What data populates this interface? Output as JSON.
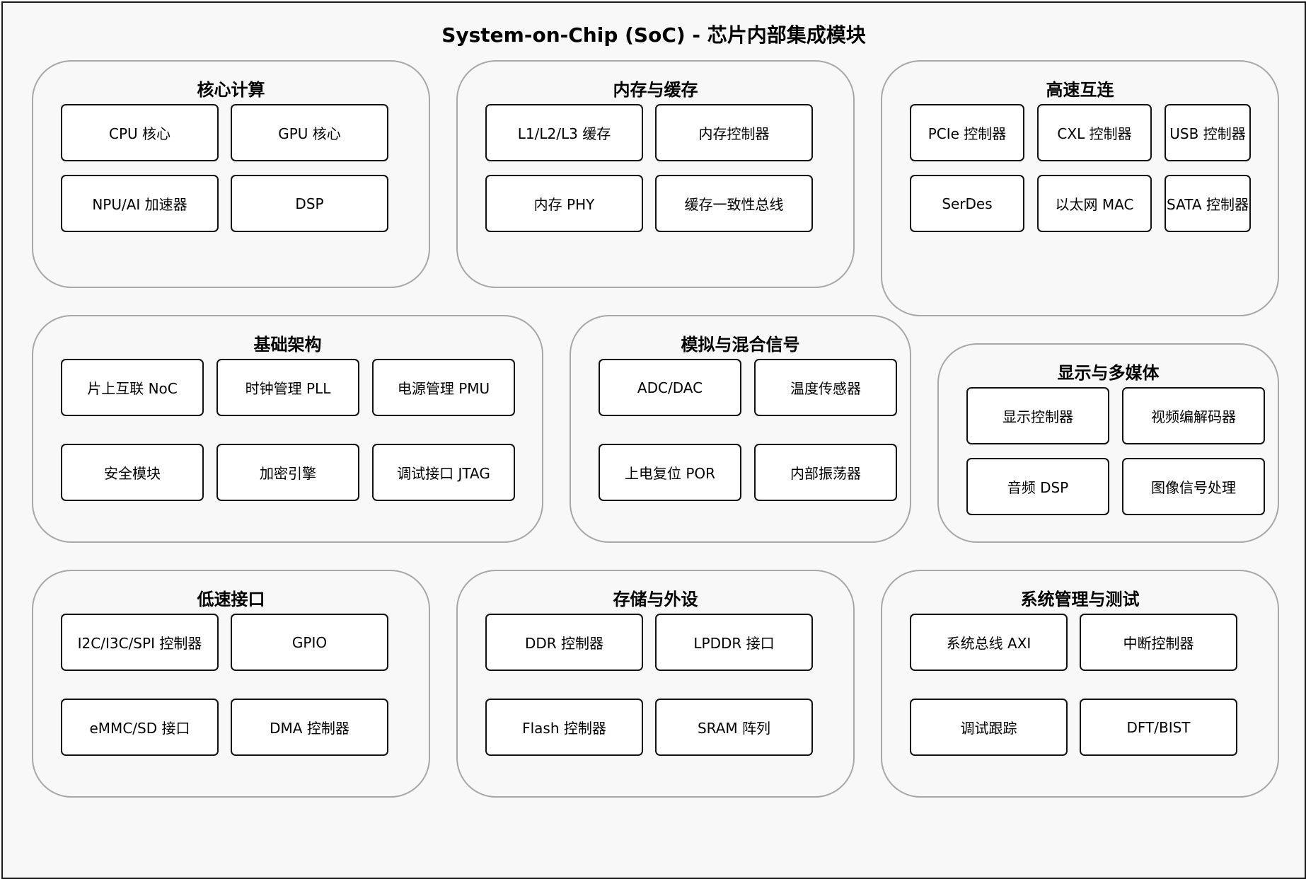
{
  "title": "System-on-Chip (SoC) - 芯片内部集成模块",
  "groups": [
    {
      "title": "核心计算",
      "components": [
        "CPU 核心",
        "GPU 核心",
        "NPU/AI 加速器",
        "DSP"
      ]
    },
    {
      "title": "内存与缓存",
      "components": [
        "L1/L2/L3 缓存",
        "内存控制器",
        "内存 PHY",
        "缓存一致性总线"
      ]
    },
    {
      "title": "高速互连",
      "components": [
        "PCIe 控制器",
        "CXL 控制器",
        "USB 控制器",
        "SerDes",
        "以太网 MAC",
        "SATA 控制器"
      ]
    },
    {
      "title": "基础架构",
      "components": [
        "片上互联 NoC",
        "时钟管理 PLL",
        "电源管理 PMU",
        "安全模块",
        "加密引擎",
        "调试接口 JTAG"
      ]
    },
    {
      "title": "模拟与混合信号",
      "components": [
        "ADC/DAC",
        "温度传感器",
        "上电复位 POR",
        "内部振荡器"
      ]
    },
    {
      "title": "显示与多媒体",
      "components": [
        "显示控制器",
        "视频编解码器",
        "音频 DSP",
        "图像信号处理"
      ]
    },
    {
      "title": "低速接口",
      "components": [
        "I2C/I3C/SPI 控制器",
        "GPIO",
        "eMMC/SD 接口",
        "DMA 控制器"
      ]
    },
    {
      "title": "存储与外设",
      "components": [
        "DDR 控制器",
        "LPDDR 接口",
        "Flash 控制器",
        "SRAM 阵列"
      ]
    },
    {
      "title": "系统管理与测试",
      "components": [
        "系统总线 AXI",
        "中断控制器",
        "调试跟踪",
        "DFT/BIST"
      ]
    }
  ]
}
